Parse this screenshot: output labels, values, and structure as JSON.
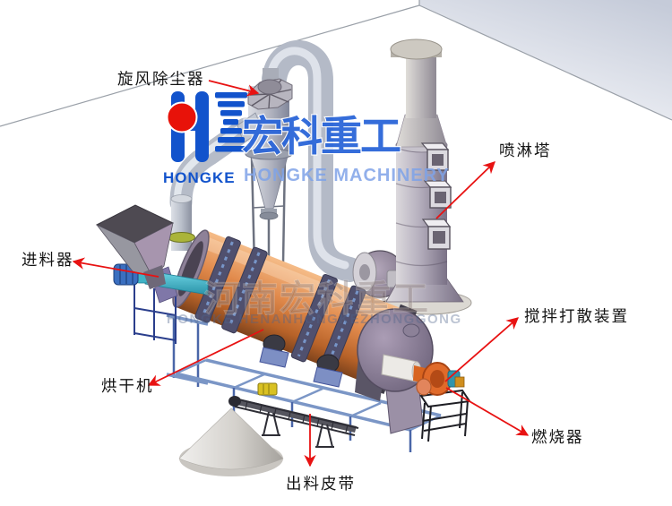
{
  "logo": {
    "monogram_text": "HONGKE",
    "cn": "宏科重工",
    "en": "HONGKE MACHINERY",
    "blue": "#1253cc",
    "red": "#e81209"
  },
  "watermark": {
    "cn": "河南宏科重工",
    "en": "HONGKE HENANHONGKEZHONGGONG"
  },
  "callouts": [
    {
      "id": "cyclone",
      "text": "旋风除尘器"
    },
    {
      "id": "spray_tower",
      "text": "喷淋塔"
    },
    {
      "id": "feeder",
      "text": "进料器"
    },
    {
      "id": "scatter_device",
      "text": "搅拌打散装置"
    },
    {
      "id": "dryer",
      "text": "烘干机"
    },
    {
      "id": "burner",
      "text": "燃烧器"
    },
    {
      "id": "discharge_belt",
      "text": "出料皮带"
    }
  ],
  "colors": {
    "arrow": "#e81212",
    "drum_orange": "#e08a4e",
    "tower_gray": "#a39aab",
    "pipe_gray": "#b6bcc8",
    "frame_blue": "#7b96c6",
    "burner_orange": "#e06a2a",
    "screw_teal": "#3fb3c6",
    "label_text": "#141414"
  }
}
